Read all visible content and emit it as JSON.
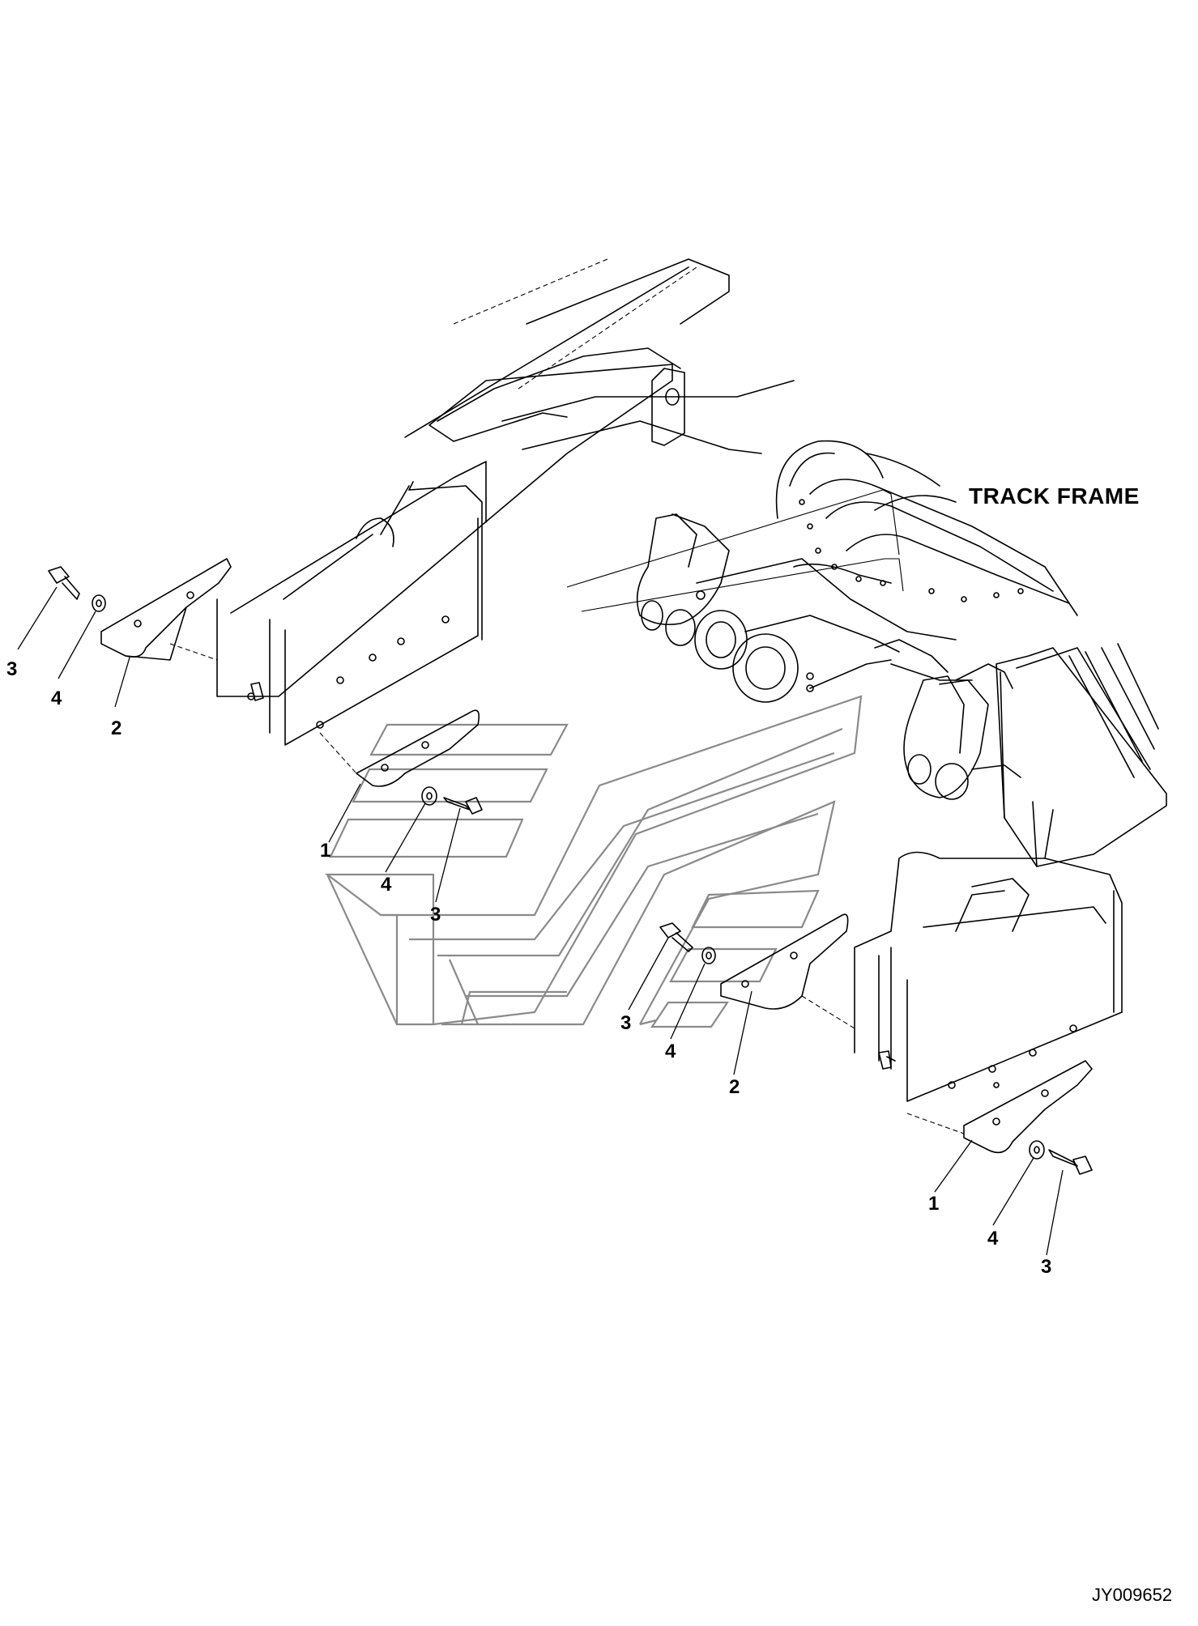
{
  "diagram": {
    "heading": "TRACK FRAME",
    "drawing_id": "JY009652",
    "colors": {
      "line": "#000000",
      "brand_chevron": "#8a8a8a",
      "background": "#ffffff"
    },
    "callouts": [
      {
        "id": "c-3a",
        "text": "3"
      },
      {
        "id": "c-4a",
        "text": "4"
      },
      {
        "id": "c-2a",
        "text": "2"
      },
      {
        "id": "c-1b",
        "text": "1"
      },
      {
        "id": "c-4b",
        "text": "4"
      },
      {
        "id": "c-3b",
        "text": "3"
      },
      {
        "id": "c-3c",
        "text": "3"
      },
      {
        "id": "c-4c",
        "text": "4"
      },
      {
        "id": "c-2c",
        "text": "2"
      },
      {
        "id": "c-1d",
        "text": "1"
      },
      {
        "id": "c-4d",
        "text": "4"
      },
      {
        "id": "c-3d",
        "text": "3"
      }
    ]
  }
}
